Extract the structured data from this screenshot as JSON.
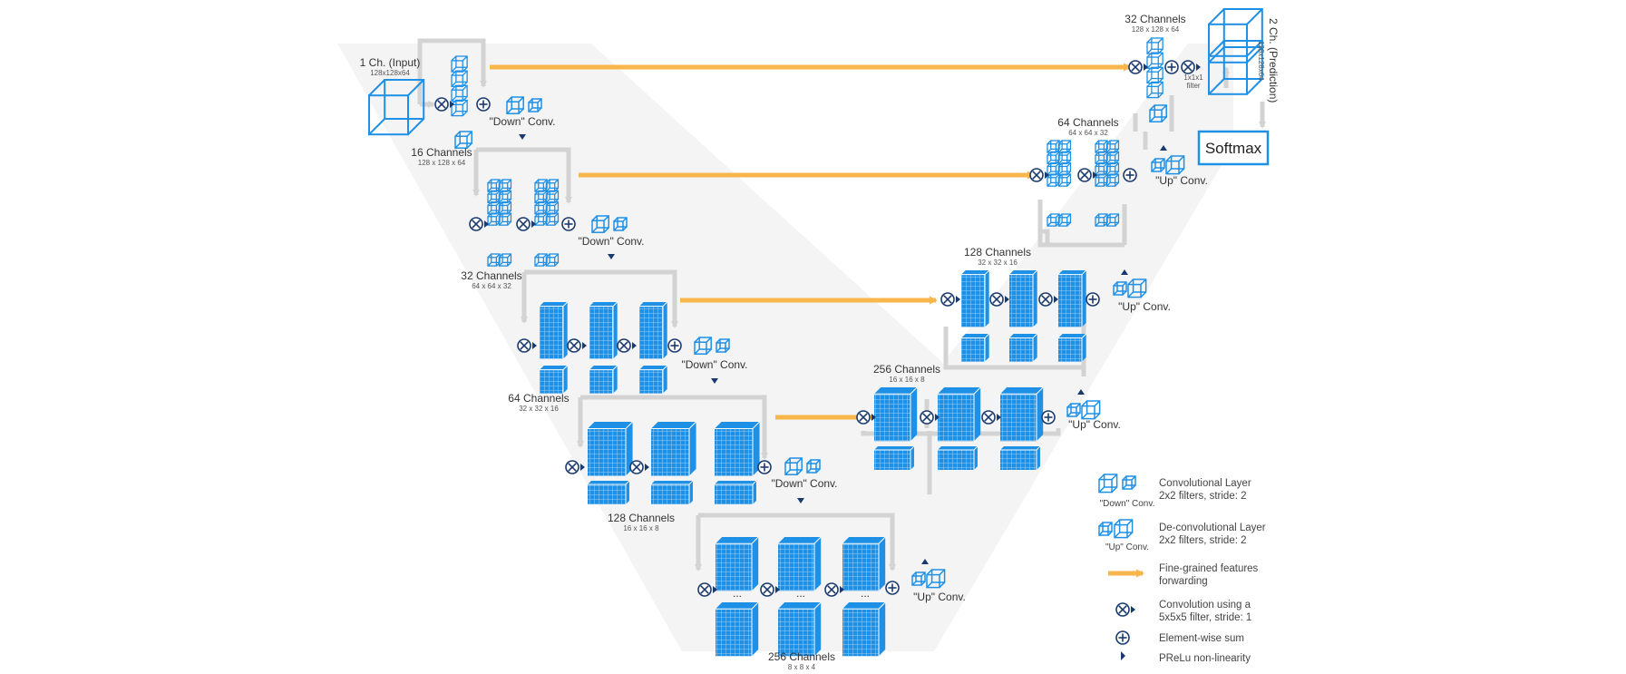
{
  "colors": {
    "blue": "#1e90e6",
    "orange": "#f9b64b",
    "gray": "#d3d3d3",
    "funnel": "#f4f4f4"
  },
  "encoder": [
    {
      "channels": "1 Ch. (Input)",
      "dims": "128x128x64"
    },
    {
      "channels": "16 Channels",
      "dims": "128 x 128 x 64"
    },
    {
      "channels": "32 Channels",
      "dims": "64 x 64 x 32"
    },
    {
      "channels": "64 Channels",
      "dims": "32 x 32 x 16"
    },
    {
      "channels": "128 Channels",
      "dims": "16 x 16 x 8"
    },
    {
      "channels": "256 Channels",
      "dims": "8 x 8 x 4"
    }
  ],
  "decoder": [
    {
      "channels": "256 Channels",
      "dims": "16 x 16 x 8"
    },
    {
      "channels": "128 Channels",
      "dims": "32 x 32 x 16"
    },
    {
      "channels": "64 Channels",
      "dims": "64 x 64 x 32"
    },
    {
      "channels": "32 Channels",
      "dims": "128 x 128 x 64"
    }
  ],
  "output": {
    "channels": "2 Ch. (Prediction)",
    "dims": "128x128x64",
    "filter_line1": "1x1x1",
    "filter_line2": "filter",
    "softmax": "Softmax"
  },
  "ops": {
    "down_conv": "\"Down\" Conv.",
    "up_conv": "\"Up\" Conv.",
    "ellipsis": "..."
  },
  "legend": {
    "conv_title": "Convolutional Layer",
    "conv_desc": "2x2 filters, stride: 2",
    "conv_caption": "\"Down\" Conv.",
    "deconv_title": "De-convolutional Layer",
    "deconv_desc": "2x2 filters, stride: 2",
    "deconv_caption": "\"Up\" Conv.",
    "forward_line1": "Fine-grained features",
    "forward_line2": "forwarding",
    "conv5_line1": "Convolution using a",
    "conv5_line2": "5x5x5 filter, stride: 1",
    "sum": "Element-wise sum",
    "prelu": "PReLu non-linearity"
  }
}
